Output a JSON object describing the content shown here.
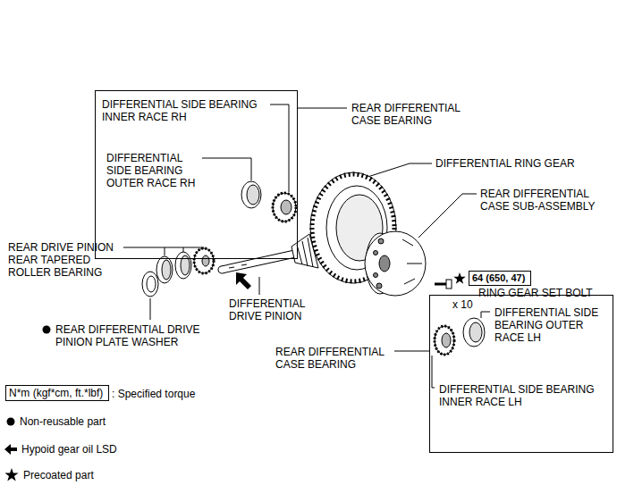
{
  "diagram": {
    "nodes": [
      {
        "text": [
          "DIFFERENTIAL SIDE BEARING INNER RACE RH",
          "DIFFERENTIAL SIDE BEARING OUTER RACE RH",
          "REAR DIFFERENTIAL CASE BEARING"
        ]
      },
      {
        "text": [
          "64 (650, 47)"
        ]
      },
      {
        "text": [
          "REAR DIFFERENTIAL CASE BEARING",
          "DIFFERENTIAL SIDE BEARING OUTER RACE LH",
          "DIFFERENTIAL SIDE BEARING INNER RACE LH"
        ]
      },
      {
        "text": [
          "N*m (kgf*cm, ft.*lbf)"
        ]
      }
    ],
    "labels": [
      "DIFFERENTIAL RING GEAR",
      "REAR DIFFERENTIAL CASE SUB-ASSEMBLY",
      "RING GEAR SET BOLT",
      "x 10",
      "REAR DRIVE PINION REAR TAPERED ROLLER BEARING",
      "DIFFERENTIAL DRIVE PINION",
      "REAR DIFFERENTIAL DRIVE PINION PLATE WASHER"
    ],
    "legend": [
      {
        "text": ": Specified torque"
      },
      {
        "text": "Non-reusable part"
      },
      {
        "text": "Hypoid gear oil LSD"
      },
      {
        "text": "Precoated part"
      }
    ]
  }
}
